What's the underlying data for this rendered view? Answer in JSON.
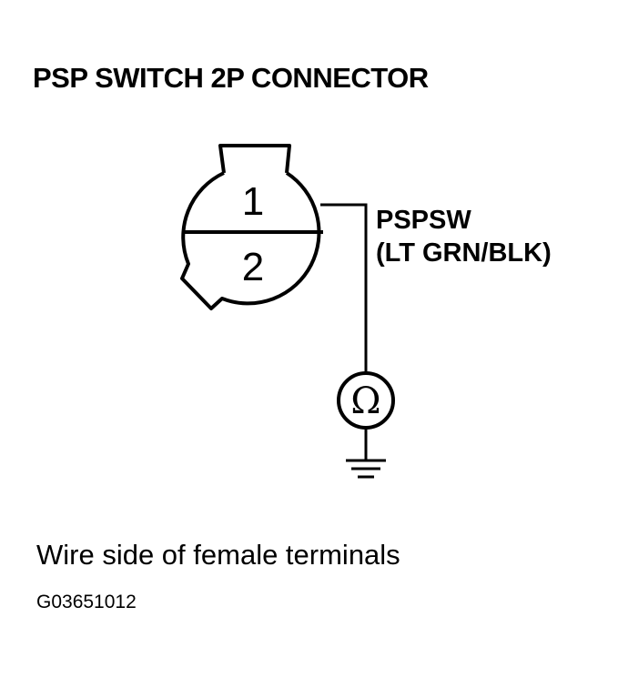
{
  "title": "PSP SWITCH 2P CONNECTOR",
  "connector": {
    "pins": [
      "1",
      "2"
    ]
  },
  "wire": {
    "name": "PSPSW",
    "color": "(LT GRN/BLK)"
  },
  "meter": {
    "symbol": "Ω",
    "icon": "ohmmeter-icon"
  },
  "ground": {
    "icon": "ground-icon"
  },
  "caption": "Wire side of female terminals",
  "figure_code": "G03651012"
}
